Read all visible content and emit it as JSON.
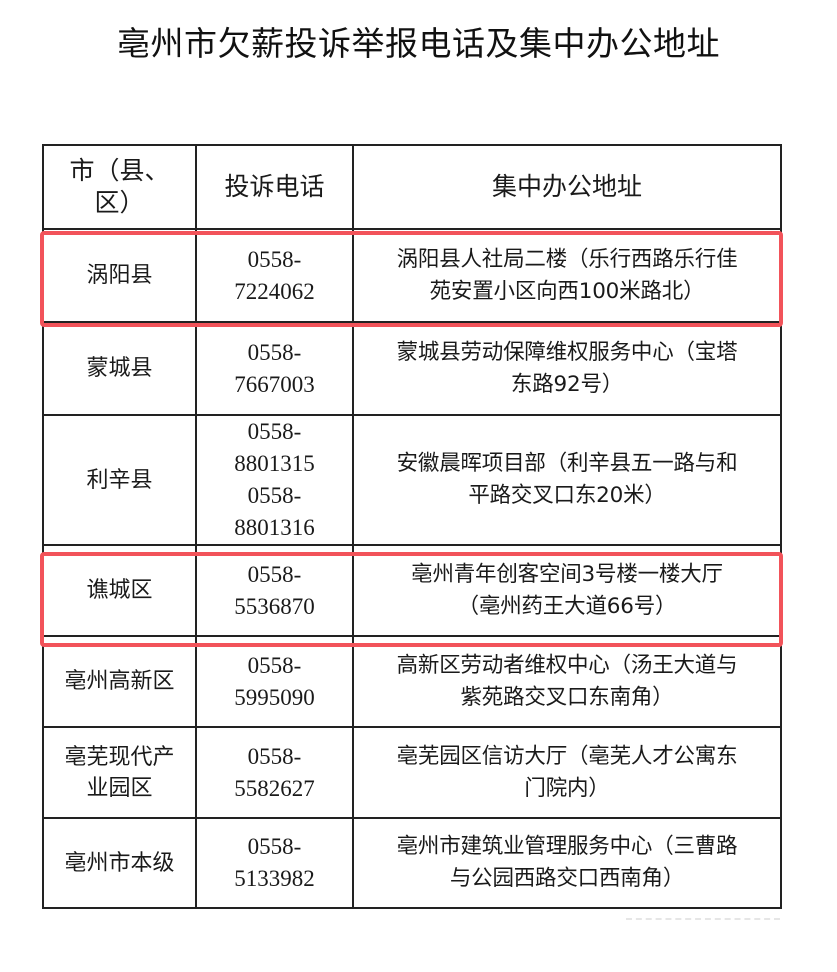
{
  "document": {
    "title": "亳州市欠薪投诉举报电话及集中办公地址"
  },
  "table": {
    "headers": {
      "region": "市（县、区）",
      "phone": "投诉电话",
      "address": "集中办公地址"
    },
    "rows": [
      {
        "region": "涡阳县",
        "phones": [
          "0558-7224062"
        ],
        "address": "涡阳县人社局二楼（乐行西路乐行佳苑安置小区向西100米路北）",
        "highlighted": true
      },
      {
        "region": "蒙城县",
        "phones": [
          "0558-7667003"
        ],
        "address": "蒙城县劳动保障维权服务中心（宝塔东路92号）",
        "highlighted": false
      },
      {
        "region": "利辛县",
        "phones": [
          "0558-8801315",
          "0558-8801316"
        ],
        "address": "安徽晨晖项目部（利辛县五一路与和平路交叉口东20米）",
        "highlighted": false
      },
      {
        "region": "谯城区",
        "phones": [
          "0558-5536870"
        ],
        "address": "亳州青年创客空间3号楼一楼大厅（亳州药王大道66号）",
        "highlighted": true
      },
      {
        "region": "亳州高新区",
        "phones": [
          "0558-5995090"
        ],
        "address": "高新区劳动者维权中心（汤王大道与紫苑路交叉口东南角）",
        "highlighted": false
      },
      {
        "region": "亳芜现代产业园区",
        "phones": [
          "0558-5582627"
        ],
        "address": "亳芜园区信访大厅（亳芜人才公寓东门院内）",
        "highlighted": false
      },
      {
        "region": "亳州市本级",
        "phones": [
          "0558-5133982"
        ],
        "address": "亳州市建筑业管理服务中心（三曹路与公园西路交口西南角）",
        "highlighted": false
      }
    ]
  },
  "display_lines": {
    "header_region": [
      "市（县、",
      "区）"
    ],
    "header_phone": "投诉电话",
    "header_address": "集中办公地址",
    "rows": [
      {
        "region": [
          "涡阳县"
        ],
        "phone": [
          "0558-",
          "7224062"
        ],
        "address": [
          "涡阳县人社局二楼（乐行西路乐行佳",
          "苑安置小区向西100米路北）"
        ]
      },
      {
        "region": [
          "蒙城县"
        ],
        "phone": [
          "0558-",
          "7667003"
        ],
        "address": [
          "蒙城县劳动保障维权服务中心（宝塔",
          "东路92号）"
        ]
      },
      {
        "region": [
          "利辛县"
        ],
        "phone": [
          "0558-",
          "8801315",
          "0558-",
          "8801316"
        ],
        "address": [
          "安徽晨晖项目部（利辛县五一路与和",
          "平路交叉口东20米）"
        ]
      },
      {
        "region": [
          "谯城区"
        ],
        "phone": [
          "0558-",
          "5536870"
        ],
        "address": [
          "亳州青年创客空间3号楼一楼大厅",
          "（亳州药王大道66号）"
        ]
      },
      {
        "region": [
          "亳州高新区"
        ],
        "phone": [
          "0558-",
          "5995090"
        ],
        "address": [
          "高新区劳动者维权中心（汤王大道与",
          "紫苑路交叉口东南角）"
        ]
      },
      {
        "region": [
          "亳芜现代产",
          "业园区"
        ],
        "phone": [
          "0558-",
          "5582627"
        ],
        "address": [
          "亳芜园区信访大厅（亳芜人才公寓东",
          "门院内）"
        ]
      },
      {
        "region": [
          "亳州市本级"
        ],
        "phone": [
          "0558-",
          "5133982"
        ],
        "address": [
          "亳州市建筑业管理服务中心（三曹路",
          "与公园西路交口西南角）"
        ]
      }
    ]
  },
  "styles": {
    "highlight_color": "#f2535a",
    "border_color": "#222222",
    "text_color": "#1a1a1a"
  }
}
